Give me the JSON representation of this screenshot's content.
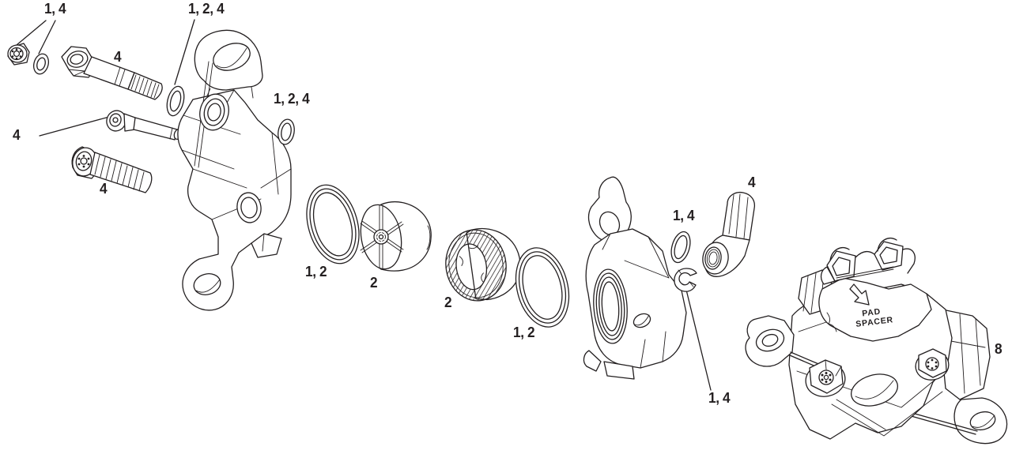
{
  "figure": {
    "type": "exploded-parts-diagram",
    "subject": "hydraulic-disc-brake-caliper-exploded-view",
    "background_color": "#ffffff",
    "line_color": "#231f20",
    "text_color": "#231f20"
  },
  "labels": [
    {
      "part": "bleed-screw-and-washer",
      "text": "1, 4"
    },
    {
      "part": "banjo-o-ring-top",
      "text": "1, 2, 4"
    },
    {
      "part": "banjo-bolt",
      "text": "4"
    },
    {
      "part": "pad-pin-bolt",
      "text": "4"
    },
    {
      "part": "mounting-bolt",
      "text": "4"
    },
    {
      "part": "o-ring-mid",
      "text": "1, 2, 4"
    },
    {
      "part": "piston-seal-outboard",
      "text": "1, 2"
    },
    {
      "part": "piston-outboard",
      "text": "2"
    },
    {
      "part": "piston-inboard",
      "text": "2"
    },
    {
      "part": "piston-seal-inboard",
      "text": "1, 2"
    },
    {
      "part": "pad-pin-o-ring",
      "text": "1, 4"
    },
    {
      "part": "banjo-fitting",
      "text": "4"
    },
    {
      "part": "retaining-clip",
      "text": "1, 4"
    },
    {
      "part": "caliper-assembly",
      "text": "8"
    }
  ],
  "pad_spacer": {
    "line1": "PAD",
    "line2": "SPACER"
  }
}
